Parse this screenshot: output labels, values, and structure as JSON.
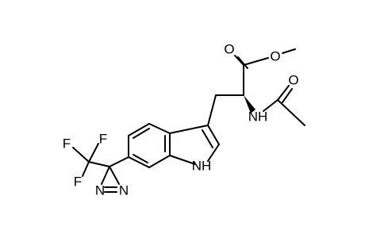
{
  "molecule": {
    "atoms": {
      "O_carbonyl_ester": "O",
      "O_ester": "O",
      "O_acetyl": "O",
      "NH_amide": "NH",
      "NH_indole": "NH",
      "F_top_left": "F",
      "F_top_right": "F",
      "F_left": "F",
      "N_diazirine_left": "N",
      "N_diazirine_right": "N"
    }
  }
}
